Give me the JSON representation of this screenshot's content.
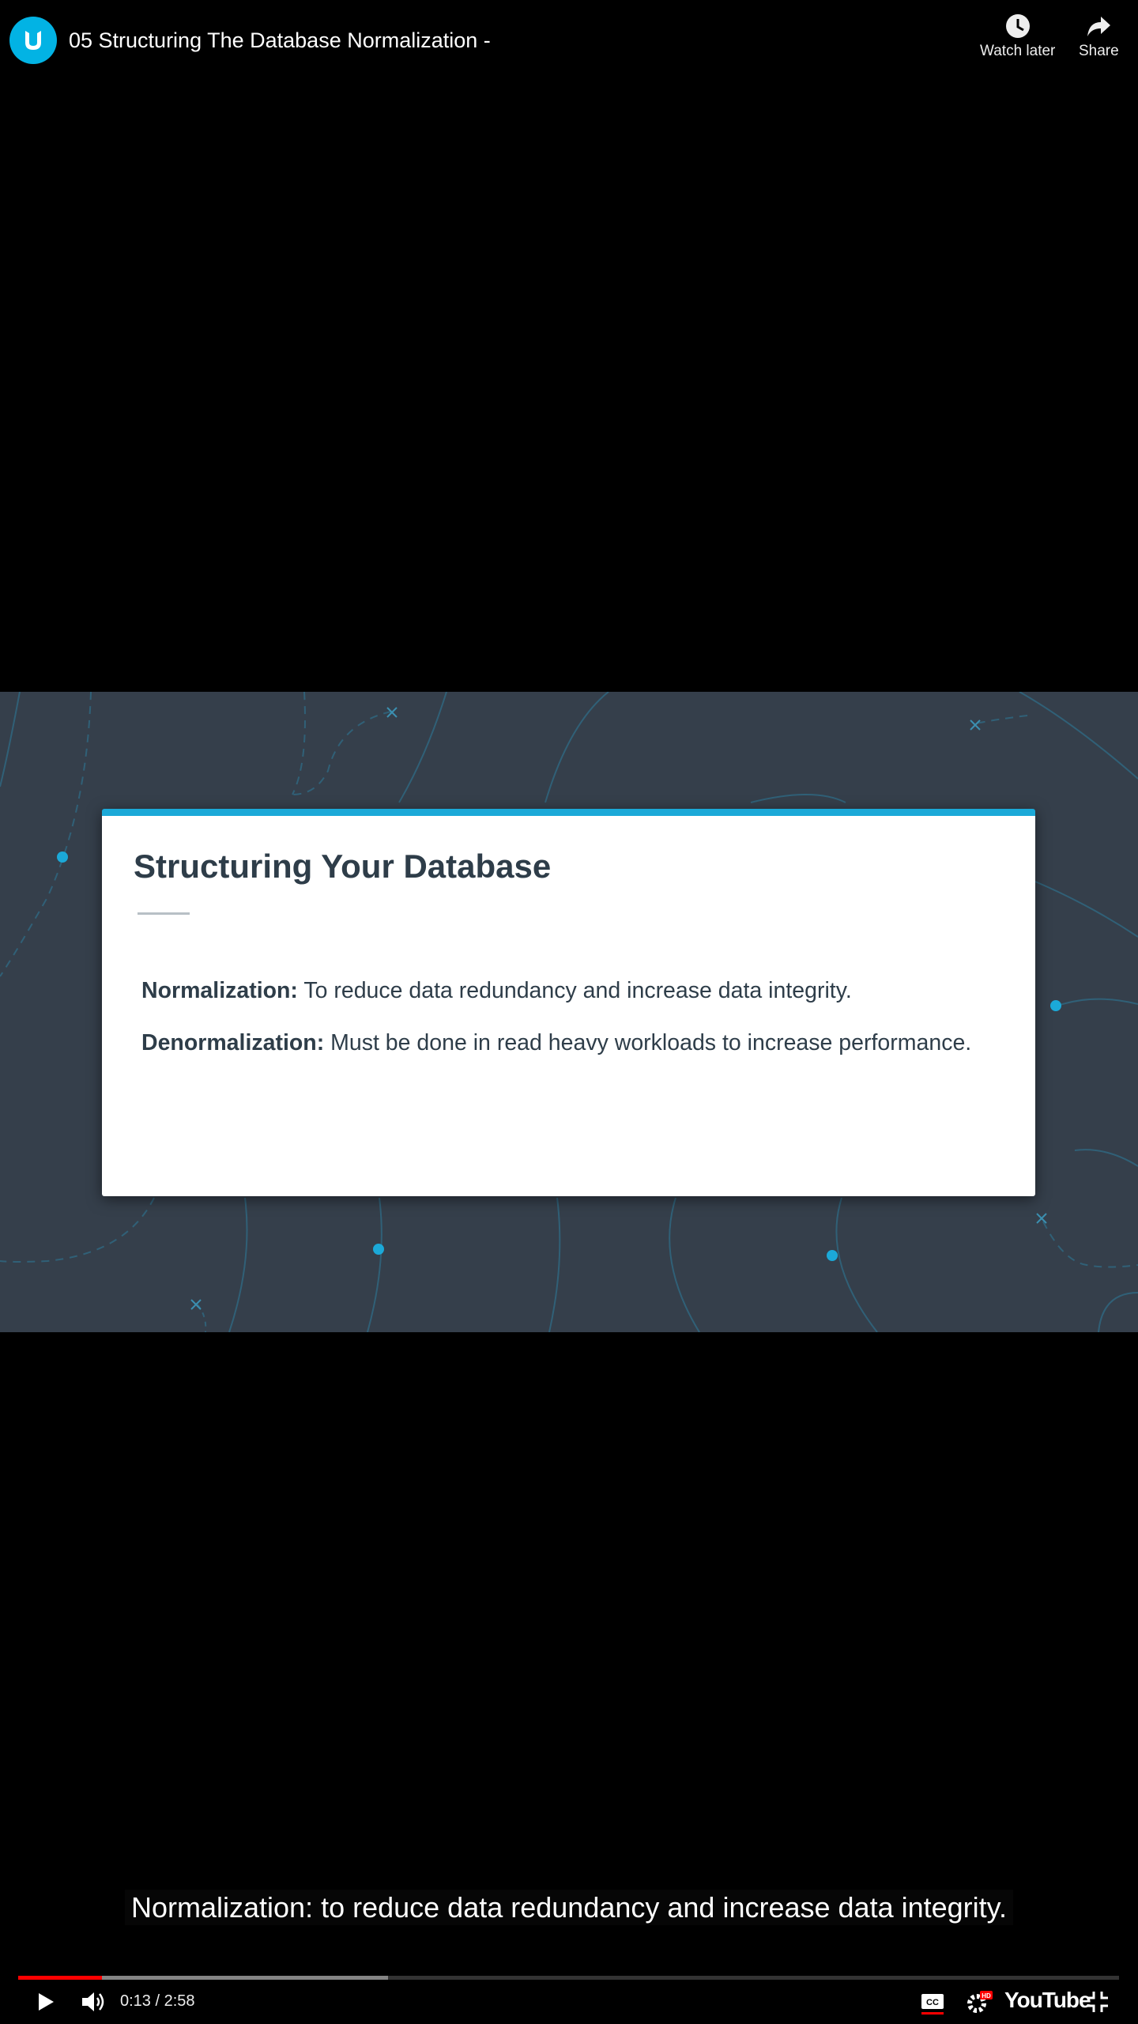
{
  "header": {
    "title": "05 Structuring The Database Normalization -",
    "watch_later_label": "Watch later",
    "share_label": "Share"
  },
  "slide": {
    "title": "Structuring Your Database",
    "items": [
      {
        "term": "Normalization:",
        "text": " To reduce  data redundancy and increase data integrity."
      },
      {
        "term": "Denormalization:",
        "text": " Must be done in read heavy workloads to increase performance."
      }
    ]
  },
  "caption": "Normalization: to reduce data redundancy and increase data integrity.",
  "player": {
    "time": "0:13 / 2:58",
    "played_fraction": 0.076,
    "buffered_fraction": 0.336,
    "brand": "YouTube",
    "hd_badge": "HD"
  },
  "colors": {
    "accent": "#02b3e4",
    "progress": "#ff0000",
    "slide_bg": "#353f4b",
    "text_dark": "#2e3d49"
  }
}
